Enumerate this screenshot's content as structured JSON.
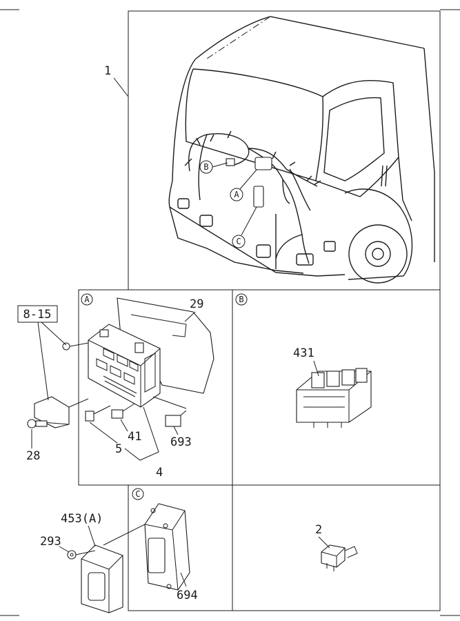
{
  "callouts": {
    "harness": "1",
    "kit_ref": "8-15",
    "bolt": "28",
    "cover": "29",
    "fuse_small": "41",
    "fuse_block_item": "5",
    "fuse_set": "4",
    "relay_a": "693",
    "relay_b": "431",
    "module": "453(A)",
    "nut": "293",
    "control_unit": "694",
    "relay_c": "2"
  },
  "views": {
    "a": "A",
    "b": "B",
    "c": "C"
  }
}
